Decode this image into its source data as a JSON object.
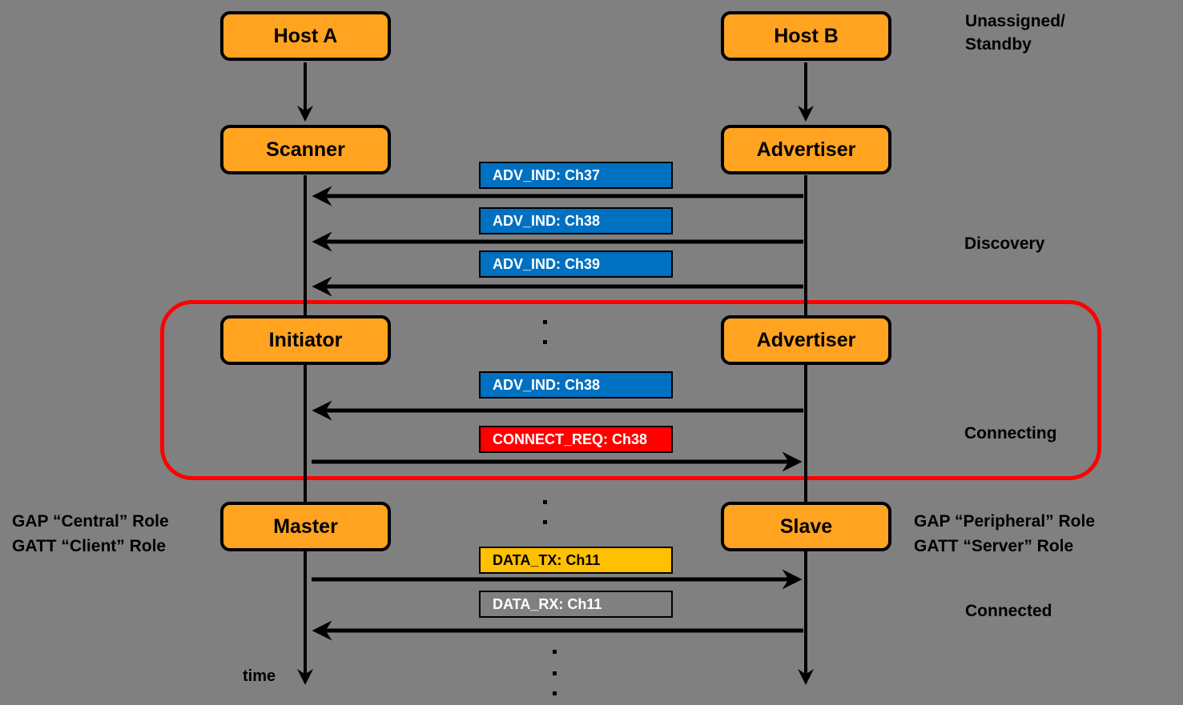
{
  "colors": {
    "background": "#808080",
    "node_fill": "#FFA320",
    "node_border": "#000000",
    "adv_fill": "#0070C0",
    "connect_fill": "#FF0000",
    "data_tx_fill": "#FFC000",
    "data_rx_fill": "#808080",
    "group_outline": "#FF0000",
    "line_color": "#000000"
  },
  "nodes": {
    "host_a": "Host A",
    "host_b": "Host B",
    "scanner": "Scanner",
    "advertiser_1": "Advertiser",
    "initiator": "Initiator",
    "advertiser_2": "Advertiser",
    "master": "Master",
    "slave": "Slave"
  },
  "messages": {
    "adv_ind_ch37": "ADV_IND: Ch37",
    "adv_ind_ch38": "ADV_IND: Ch38",
    "adv_ind_ch39": "ADV_IND: Ch39",
    "adv_ind_ch38_connecting": "ADV_IND: Ch38",
    "connect_req_ch38": "CONNECT_REQ: Ch38",
    "data_tx_ch11": "DATA_TX: Ch11",
    "data_rx_ch11": "DATA_RX: Ch11"
  },
  "phases": {
    "standby": "Unassigned/\nStandby",
    "discovery": "Discovery",
    "connecting": "Connecting",
    "connected": "Connected"
  },
  "roles": {
    "left_line1": "GAP “Central” Role",
    "left_line2": "GATT “Client” Role",
    "right_line1": "GAP “Peripheral” Role",
    "right_line2": "GATT “Server” Role"
  },
  "time_label": "time"
}
